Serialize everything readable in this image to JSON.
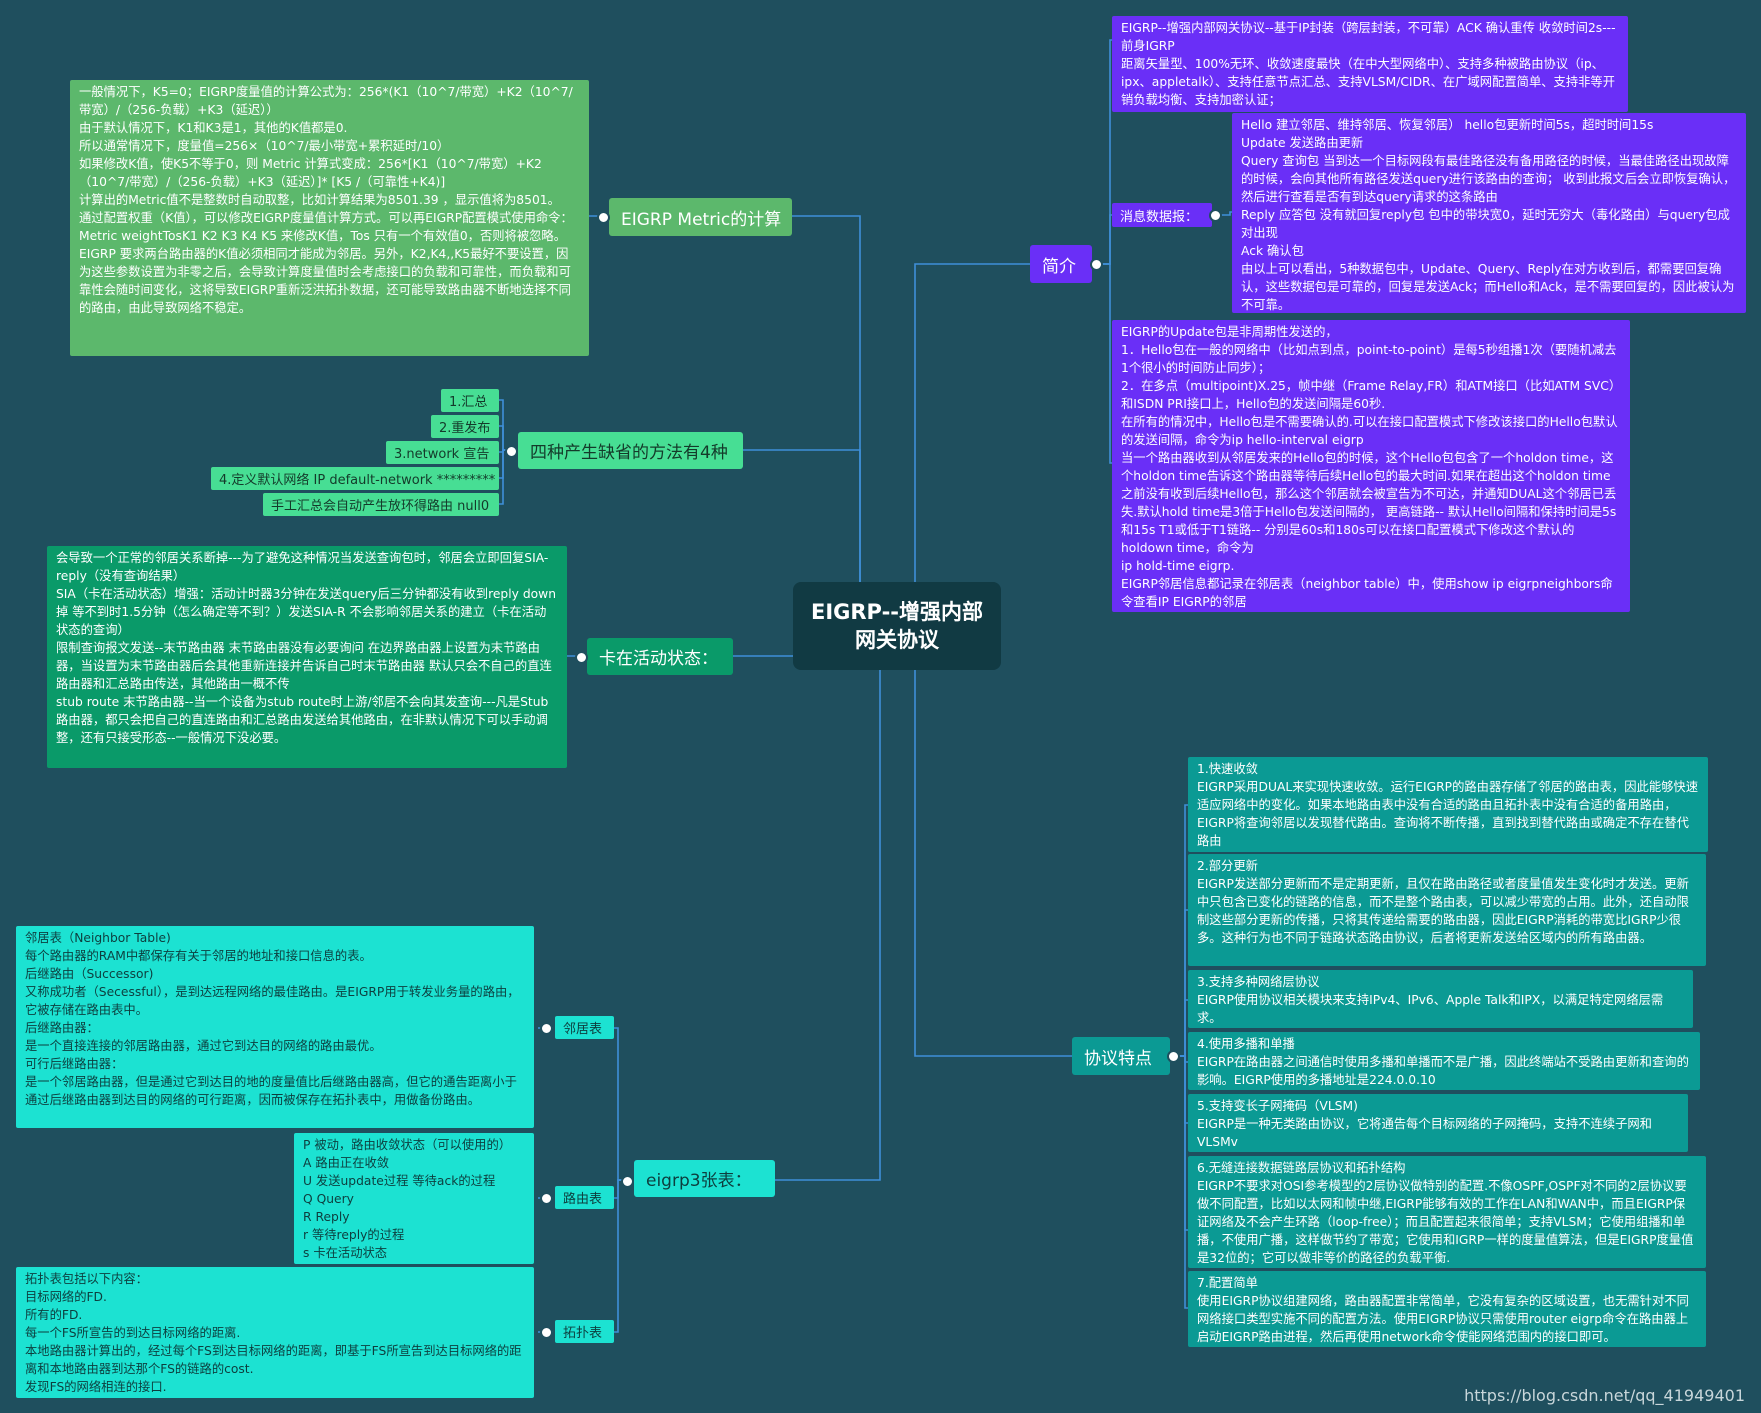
{
  "root": {
    "title": "EIGRP--增强内部网关协议"
  },
  "intro": {
    "label": "简介",
    "summary": "EIGRP--增强内部网关协议--基于IP封装（跨层封装，不可靠）ACK 确认重传 收敛时间2s---前身IGRP\n距离矢量型、100%无环、收敛速度最快（在中大型网络中）、支持多种被路由协议（ip、ipx、appletalk）、支持任意节点汇总、支持VLSM/CIDR、在广域网配置简单、支持非等开销负载均衡、支持加密认证；",
    "packets_label": "消息数据报：",
    "packets": "Hello 建立邻居、维持邻居、恢复邻居） hello包更新时间5s，超时时间15s\nUpdate 发送路由更新\nQuery 查询包 当到达一个目标网段有最佳路径没有备用路径的时候，当最佳路径出现故障的时候，会向其他所有路径发送query进行该路由的查询； 收到此报文后会立即恢复确认，然后进行查看是否有到达query请求的这条路由\nReply 应答包 没有就回复reply包 包中的带块宽0，延时无穷大（毒化路由）与query包成对出现\nAck 确认包\n由以上可以看出，5种数据包中，Update、Query、Reply在对方收到后，都需要回复确认，这些数据包是可靠的，回复是发送Ack；而Hello和Ack，是不需要回复的，因此被认为不可靠。",
    "hello": "EIGRP的Update包是非周期性发送的，\n1．Hello包在一般的网络中（比如点到点，point-to-point）是每5秒组播1次（要随机减去1个很小的时间防止同步）；\n2．在多点（multipoint)X.25，帧中继（Frame Relay,FR）和ATM接口（比如ATM SVC）和ISDN PRI接口上，Hello包的发送间隔是60秒.\n在所有的情况中，Hello包是不需要确认的.可以在接口配置模式下修改该接口的Hello包默认的发送间隔，命令为ip hello-interval eigrp\n当一个路由器收到从邻居发来的Hello包的时候，这个Hello包包含了一个holdon time，这个holdon time告诉这个路由器等待后续Hello包的最大时间.如果在超出这个holdon time之前没有收到后续Hello包，那么这个邻居就会被宣告为不可达，并通知DUAL这个邻居已丢失.默认hold time是3倍于Hello包发送间隔的， 更高链路-- 默认Hello间隔和保持时间是5s和15s T1或低于T1链路-- 分别是60s和180s可以在接口配置模式下修改这个默认的holdown time，命令为\nip hold-time eigrp.\nEIGRP邻居信息都记录在邻居表（neighbor table）中，使用show ip eigrpneighbors命令查看IP EIGRP的邻居"
  },
  "metric": {
    "label": "EIGRP Metric的计算",
    "note": "一般情况下，K5=0；EIGRP度量值的计算公式为：256*(K1（10^7/带宽）+K2（10^7/带宽）/（256-负载）+K3（延迟））\n由于默认情况下，K1和K3是1，其他的K值都是0.\n所以通常情况下，度量值=256×（10^7/最小带宽+累积延时/10）\n如果修改K值，使K5不等于0，则 Metric 计算式变成：256*[K1（10^7/带宽）+K2（10^7/带宽）/（256-负载）+K3（延迟）]* [K5 /（可靠性+K4)]\n计算出的Metric值不是整数时自动取整，比如计算结果为8501.39 ，显示值将为8501。\n通过配置权重（K值），可以修改EIGRP度量值计算方式。可以再EIGRP配置模式使用命令：Metric weightTosK1 K2 K3 K4 K5 来修改K值，Tos 只有一个有效值0，否则将被忽略。\nEIGRP 要求两台路由器的K值必须相同才能成为邻居。另外，K2,K4,,K5最好不要设置，因为这些参数设置为非零之后，会导致计算度量值时会考虑接口的负载和可靠性，而负载和可靠性会随时间变化，这将导致EIGRP重新泛洪拓扑数据，还可能导致路由器不断地选择不同的路由，由此导致网络不稳定。"
  },
  "default_route": {
    "label": "四种产生缺省的方法有4种",
    "items": [
      "1.汇总",
      "2.重发布",
      "3.network 宣告",
      "4.定义默认网络 IP default-network *********",
      "手工汇总会自动产生放环得路由 null0"
    ]
  },
  "sia": {
    "label": "卡在活动状态：",
    "note": "会导致一个正常的邻居关系断掉---为了避免这种情况当发送查询包时，邻居会立即回复SIA-reply（没有查询结果）\nSIA（卡在活动状态）增强：活动计时器3分钟在发送query后三分钟都没有收到reply down掉 等不到时1.5分钟（怎么确定等不到？）发送SIA-R 不会影响邻居关系的建立（卡在活动状态的查询）\n限制查询报文发送--末节路由器 末节路由器没有必要询问 在边界路由器上设置为末节路由器，当设置为末节路由器后会其他重新连接并告诉自己时末节路由器 默认只会不自己的直连路由器和汇总路由传送，其他路由一概不传\nstub route 末节路由器--当一个设备为stub route时上游/邻居不会向其发查询---凡是Stub 路由器，都只会把自己的直连路由和汇总路由发送给其他路由，在非默认情况下可以手动调整，还有只接受形态--一般情况下没必要。"
  },
  "tables": {
    "label": "eigrp3张表：",
    "neighbor_label": "邻居表",
    "neighbor": "邻居表（Neighbor Table)\n每个路由器的RAM中都保存有关于邻居的地址和接口信息的表。\n后继路由（Successor)\n又称成功者（Secessful），是到达远程网络的最佳路由。是EIGRP用于转发业务量的路由，它被存储在路由表中。\n后继路由器：\n是一个直接连接的邻居路由器，通过它到达目的网络的路由最优。\n可行后继路由器：\n是一个邻居路由器，但是通过它到达目的地的度量值比后继路由器高，但它的通告距离小于通过后继路由器到达目的网络的可行距离，因而被保存在拓扑表中，用做备份路由。",
    "route_label": "路由表",
    "route": "P 被动，路由收敛状态（可以使用的）\nA 路由正在收敛\nU 发送update过程 等待ack的过程\nQ Query\nR Reply\nr 等待reply的过程\ns 卡在活动状态",
    "topo_label": "拓扑表",
    "topo": "拓扑表包括以下内容：\n目标网络的FD.\n所有的FD.\n每一个FS所宣告的到达目标网络的距离.\n本地路由器计算出的，经过每个FS到达目标网络的距离，即基于FS所宣告到达目标网络的距离和本地路由器到达那个FS的链路的cost.\n发现FS的网络相连的接口."
  },
  "features": {
    "label": "协议特点",
    "items": [
      "1.快速收敛\nEIGRP采用DUAL来实现快速收敛。运行EIGRP的路由器存储了邻居的路由表，因此能够快速适应网络中的变化。如果本地路由表中没有合适的路由且拓扑表中没有合适的备用路由，EIGRP将查询邻居以发现替代路由。查询将不断传播，直到找到替代路由或确定不存在替代路由",
      "2.部分更新\nEIGRP发送部分更新而不是定期更新，且仅在路由路径或者度量值发生变化时才发送。更新中只包含已变化的链路的信息，而不是整个路由表，可以减少带宽的占用。此外，还自动限制这些部分更新的传播，只将其传递给需要的路由器，因此EIGRP消耗的带宽比IGRP少很多。这种行为也不同于链路状态路由协议，后者将更新发送给区域内的所有路由器。",
      "3.支持多种网络层协议\nEIGRP使用协议相关模块来支持IPv4、IPv6、Apple Talk和IPX，以满足特定网络层需求。",
      "4.使用多播和单播\nEIGRP在路由器之间通信时使用多播和单播而不是广播，因此终端站不受路由更新和查询的影响。EIGRP使用的多播地址是224.0.0.10",
      "5.支持变长子网掩码（VLSM)\nEIGRP是一种无类路由协议，它将通告每个目标网络的子网掩码，支持不连续子网和VLSMv",
      "6.无缝连接数据链路层协议和拓扑结构\nEIGRP不要求对OSI参考模型的2层协议做特别的配置.不像OSPF,OSPF对不同的2层协议要做不同配置，比如以太网和帧中继,EIGRP能够有效的工作在LAN和WAN中，而且EIGRP保证网络及不会产生环路（loop-free）；而且配置起来很简单；支持VLSM；它使用组播和单播，不使用广播，这样做节约了带宽；它使用和IGRP一样的度量值算法，但是EIGRP度量值是32位的；它可以做非等价的路径的负载平衡.",
      "7.配置简单\n使用EIGRP协议组建网络，路由器配置非常简单，它没有复杂的区域设置，也无需针对不同网络接口类型实施不同的配置方法。使用EIGRP协议只需使用router eigrp命令在路由器上启动EIGRP路由进程，然后再使用network命令使能网络范围内的接口即可。"
    ]
  },
  "watermark": "https://blog.csdn.net/qq_41949401"
}
